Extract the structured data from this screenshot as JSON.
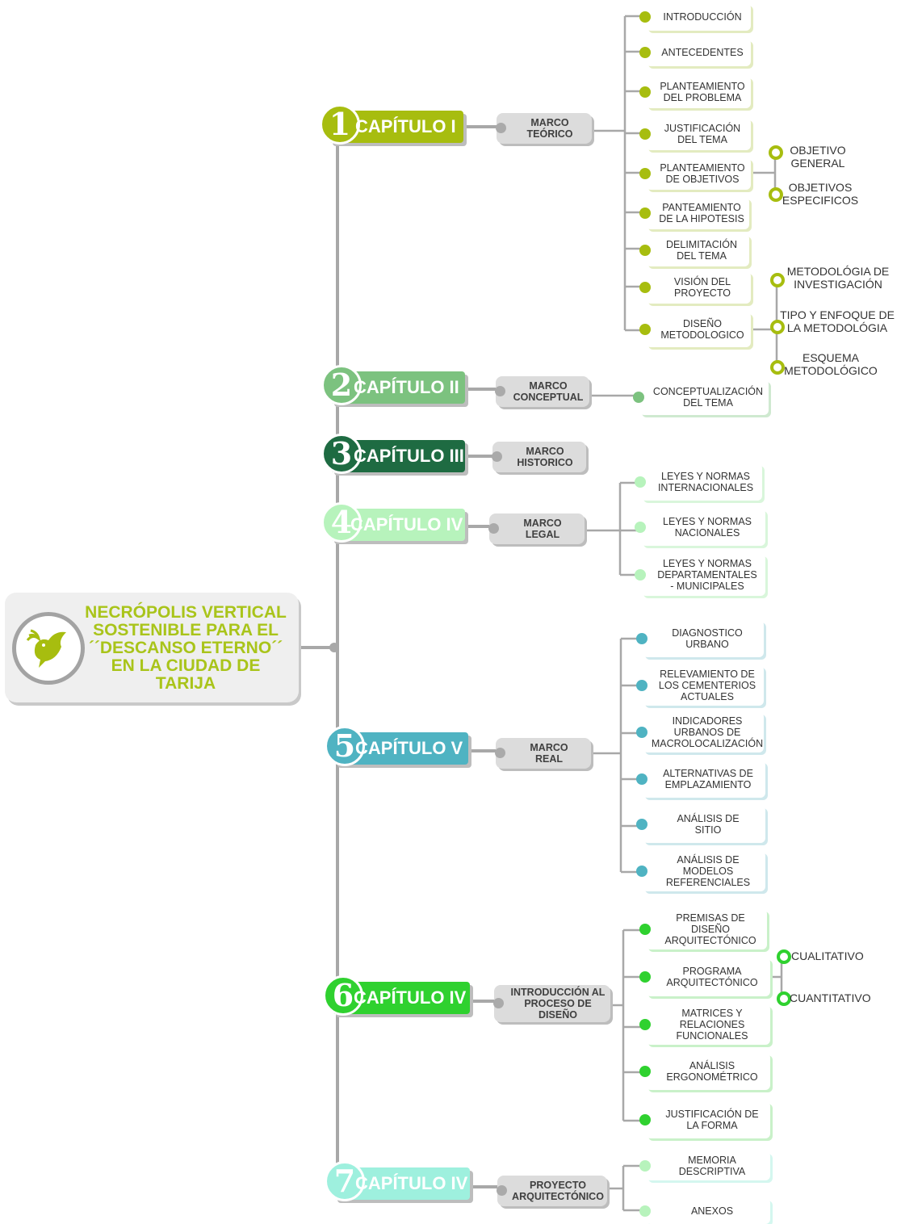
{
  "root": {
    "title": "NECRÓPOLIS VERTICAL\nSOSTENIBLE PARA EL\n´´DESCANSO ETERNO´´\nEN LA CIUDAD DE\nTARIJA",
    "icon": "dove-icon"
  },
  "colors": {
    "c1": "#a7bd0f",
    "c2": "#7cc27f",
    "c3": "#1e6b42",
    "c4": "#b7f3bc",
    "c5": "#4fb3c2",
    "c6": "#2fd12f",
    "c7": "#9ef0de"
  },
  "chapters": [
    {
      "number": "1",
      "label": "CAPÍTULO I",
      "marco": "MARCO\nTEÓRICO",
      "items": [
        {
          "text": "INTRODUCCIÓN"
        },
        {
          "text": "ANTECEDENTES"
        },
        {
          "text": "PLANTEAMIENTO\nDEL PROBLEMA"
        },
        {
          "text": "JUSTIFICACIÓN\nDEL TEMA"
        },
        {
          "text": "PLANTEAMIENTO\nDE OBJETIVOS",
          "subs": [
            "OBJETIVO\nGENERAL",
            "OBJETIVOS\nESPECIFICOS"
          ]
        },
        {
          "text": "PANTEAMIENTO\nDE LA HIPOTESIS"
        },
        {
          "text": "DELIMITACIÓN\nDEL TEMA"
        },
        {
          "text": "VISIÓN DEL\nPROYECTO"
        },
        {
          "text": "DISEÑO\nMETODOLOGICO",
          "subs": [
            "METODOLÓGIA DE\nINVESTIGACIÓN",
            "TIPO Y ENFOQUE DE\nLA METODOLÓGIA",
            "ESQUEMA\nMETODOLÓGICO"
          ]
        }
      ]
    },
    {
      "number": "2",
      "label": "CAPÍTULO II",
      "marco": "MARCO\nCONCEPTUAL",
      "items": [
        {
          "text": "CONCEPTUALIZACIÓN\nDEL TEMA"
        }
      ]
    },
    {
      "number": "3",
      "label": "CAPÍTULO III",
      "marco": "MARCO\nHISTORICO",
      "items": []
    },
    {
      "number": "4",
      "label": "CAPÍTULO IV",
      "marco": "MARCO\nLEGAL",
      "items": [
        {
          "text": "LEYES Y NORMAS\nINTERNACIONALES"
        },
        {
          "text": "LEYES Y NORMAS\nNACIONALES"
        },
        {
          "text": "LEYES Y NORMAS\nDEPARTAMENTALES\n- MUNICIPALES"
        }
      ]
    },
    {
      "number": "5",
      "label": "CAPÍTULO V",
      "marco": "MARCO\nREAL",
      "items": [
        {
          "text": "DIAGNOSTICO\nURBANO"
        },
        {
          "text": "RELEVAMIENTO DE\nLOS CEMENTERIOS\nACTUALES"
        },
        {
          "text": "INDICADORES\nURBANOS DE\nMACROLOCALIZACIÓN"
        },
        {
          "text": "ALTERNATIVAS DE\nEMPLAZAMIENTO"
        },
        {
          "text": "ANÁLISIS DE\nSITIO"
        },
        {
          "text": "ANÁLISIS DE\nMODELOS\nREFERENCIALES"
        }
      ]
    },
    {
      "number": "6",
      "label": "CAPÍTULO IV",
      "marco": "INTRODUCCIÓN AL\nPROCESO DE\nDISEÑO",
      "items": [
        {
          "text": "PREMISAS DE\nDISEÑO\nARQUITECTÓNICO"
        },
        {
          "text": "PROGRAMA\nARQUITECTÓNICO",
          "subs": [
            "CUALITATIVO",
            "CUANTITATIVO"
          ]
        },
        {
          "text": "MATRICES Y\nRELACIONES\nFUNCIONALES"
        },
        {
          "text": "ANÁLISIS\nERGONOMÉTRICO"
        },
        {
          "text": "JUSTIFICACIÓN DE\nLA FORMA"
        }
      ]
    },
    {
      "number": "7",
      "label": "CAPÍTULO IV",
      "marco": "PROYECTO\nARQUITECTÓNICO",
      "items": [
        {
          "text": "MEMORIA\nDESCRIPTIVA"
        },
        {
          "text": "ANEXOS"
        }
      ]
    }
  ]
}
